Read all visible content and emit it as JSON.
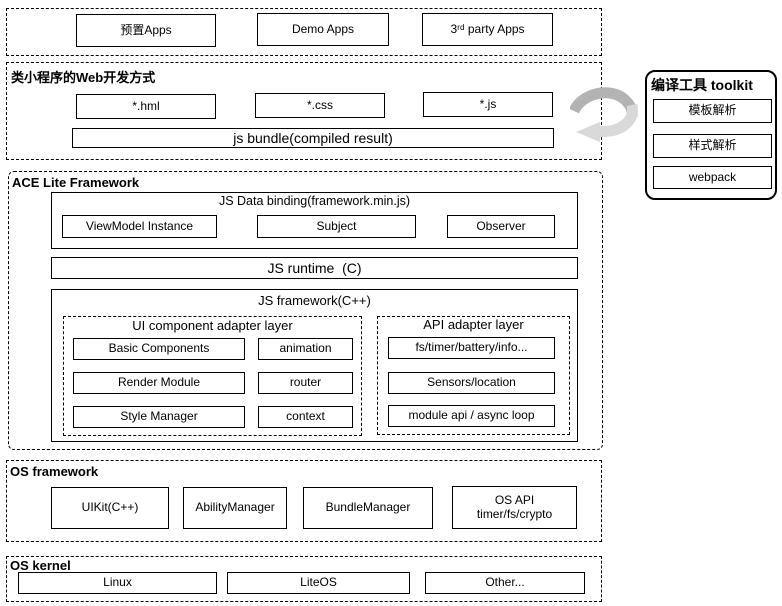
{
  "apps_row": {
    "items": [
      "预置Apps",
      "Demo Apps",
      "3ʳᵈ party Apps"
    ]
  },
  "web_dev": {
    "title": "类小程序的Web开发方式",
    "files": [
      "*.hml",
      "*.css",
      "*.js"
    ],
    "bundle_label": "js bundle(compiled result)"
  },
  "toolkit": {
    "title": "编译工具 toolkit",
    "items": [
      "模板解析",
      "样式解析",
      "webpack"
    ]
  },
  "ace": {
    "title": "ACE Lite Framework",
    "data_binding": {
      "title": "JS Data binding(framework.min.js)",
      "items": [
        "ViewModel Instance",
        "Subject",
        "Observer"
      ]
    },
    "runtime_label": "JS runtime  (C)",
    "js_framework": {
      "title": "JS framework(C++)",
      "ui_adapter": {
        "title": "UI component adapter layer",
        "left_items": [
          "Basic Components",
          "Render Module",
          "Style Manager"
        ],
        "right_items": [
          "animation",
          "router",
          "context"
        ]
      },
      "api_adapter": {
        "title": "API adapter layer",
        "items": [
          "fs/timer/battery/info...",
          "Sensors/location",
          "module api / async loop"
        ]
      }
    }
  },
  "os_framework": {
    "title": "OS framework",
    "items": [
      {
        "label": "UIKit(C++)"
      },
      {
        "label": "AbilityManager"
      },
      {
        "label": "BundleManager"
      },
      {
        "label": "OS API",
        "label2": "timer/fs/crypto"
      }
    ]
  },
  "os_kernel": {
    "title": "OS kernel",
    "items": [
      "Linux",
      "LiteOS",
      "Other..."
    ]
  },
  "arrow_colors": {
    "dark": "#b3b3b3",
    "light": "#d9d9d9"
  }
}
